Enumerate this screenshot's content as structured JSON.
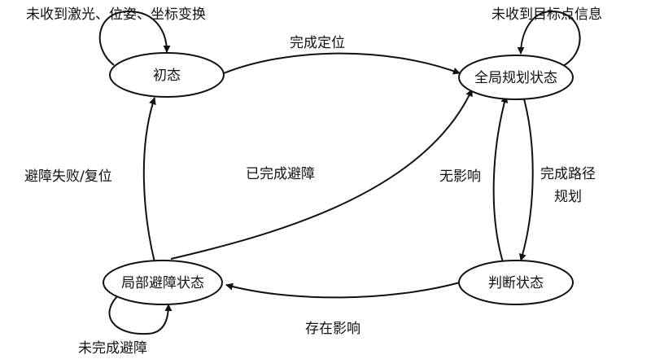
{
  "colors": {
    "stroke": "#111111",
    "background": "#ffffff"
  },
  "states": {
    "init": "初态",
    "global": "全局规划状态",
    "local": "局部避障状态",
    "judge": "判断状态"
  },
  "transitions": {
    "init_self": "未收到激光、位姿、坐标变换",
    "global_self": "未收到目标点信息",
    "local_self": "未完成避障",
    "init_to_global": "完成定位",
    "local_to_global": "已完成避障",
    "local_to_init": "避障失败/复位",
    "global_to_judge_line1": "完成路径",
    "global_to_judge_line2": "规划",
    "judge_to_global": "无影响",
    "judge_to_local": "存在影响"
  }
}
